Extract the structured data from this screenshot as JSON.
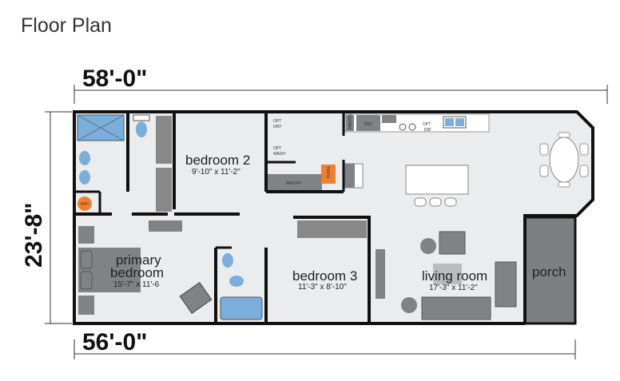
{
  "title": "Floor Plan",
  "dimensions": {
    "top": "58'-0\"",
    "bottom": "56'-0\"",
    "left": "23'-8\""
  },
  "rooms": {
    "bedroom2": {
      "name": "bedroom 2",
      "size": "9'-10\" x 11'-2\""
    },
    "primary": {
      "name1": "primary",
      "name2": "bedroom",
      "size": "15'-7\" x 11'-6"
    },
    "bedroom3": {
      "name": "bedroom 3",
      "size": "11'-3\" x 8'-10\""
    },
    "living": {
      "name": "living room",
      "size": "17'-3\" x 11'-2\""
    },
    "porch": {
      "name": "porch"
    }
  },
  "fixtures": {
    "opt_dry": [
      "OPT",
      "DRY"
    ],
    "opt_wash": [
      "OPT",
      "WASH"
    ],
    "pantry": "PANTRY",
    "pantry_small": "PANTRY",
    "ref": "REF",
    "opt_dw": [
      "OPT",
      "DW"
    ],
    "furn": "FURN",
    "wh": "W/H"
  },
  "colors": {
    "wall": "#111111",
    "floor": "#ebecee",
    "furniture": "#808285",
    "water": "#7aaedb",
    "appliance": "#f07f2e"
  }
}
